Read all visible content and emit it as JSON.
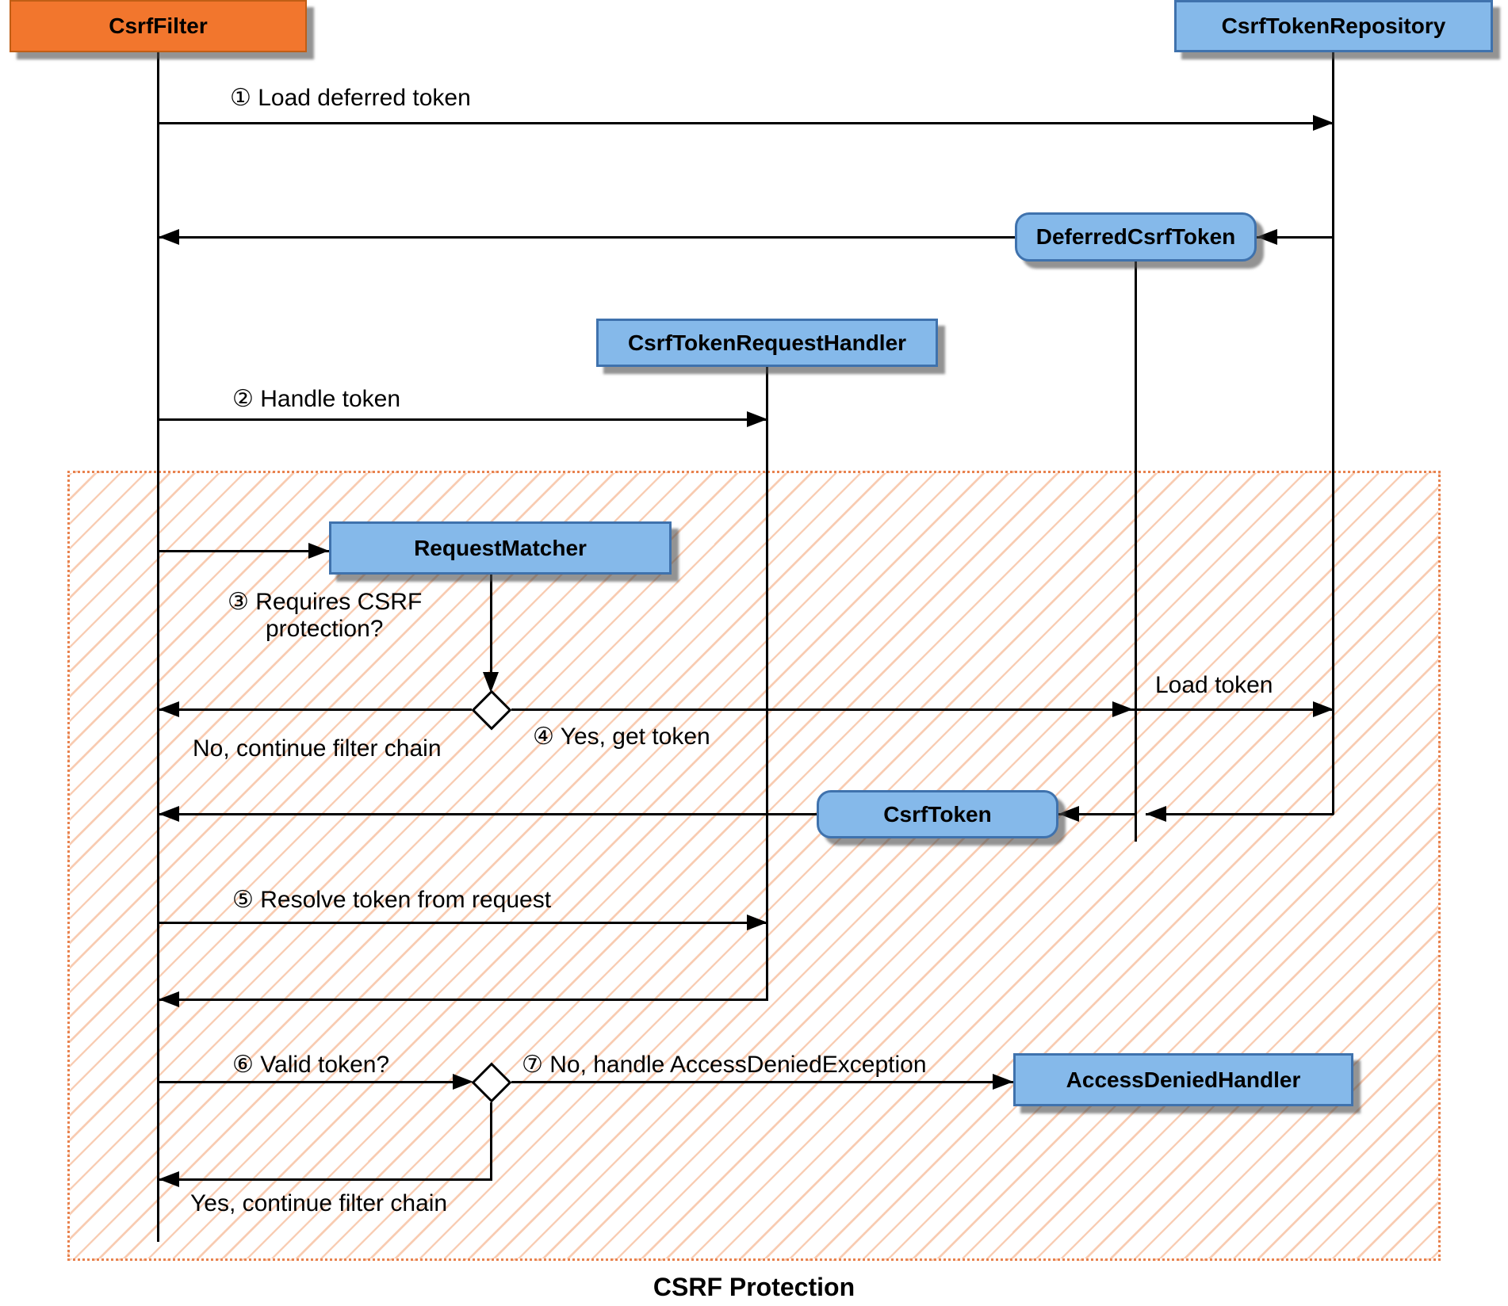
{
  "diagram": {
    "title": "CSRF Protection",
    "nodes": {
      "csrfFilter": "CsrfFilter",
      "csrfTokenRepository": "CsrfTokenRepository",
      "deferredCsrfToken": "DeferredCsrfToken",
      "csrfTokenRequestHandler": "CsrfTokenRequestHandler",
      "requestMatcher": "RequestMatcher",
      "csrfToken": "CsrfToken",
      "accessDeniedHandler": "AccessDeniedHandler"
    },
    "messages": {
      "loadDeferredToken": "① Load deferred token",
      "handleToken": "② Handle token",
      "requiresCsrfLine1": "③ Requires CSRF",
      "requiresCsrfLine2": "protection?",
      "noContinueFilterChain": "No, continue filter chain",
      "yesGetToken": "④ Yes, get token",
      "loadToken": "Load token",
      "resolveTokenFromRequest": "⑤ Resolve token from request",
      "validToken": "⑥ Valid token?",
      "noHandleAccessDeniedException": "⑦ No, handle AccessDeniedException",
      "yesContinueFilterChain": "Yes, continue filter chain"
    },
    "colors": {
      "nodeBlue": "#85b9ea",
      "nodeBlueBorder": "#3f72ad",
      "nodeOrange": "#f2762d",
      "hatchOrange": "#ee7c3a",
      "line": "#000000"
    }
  }
}
